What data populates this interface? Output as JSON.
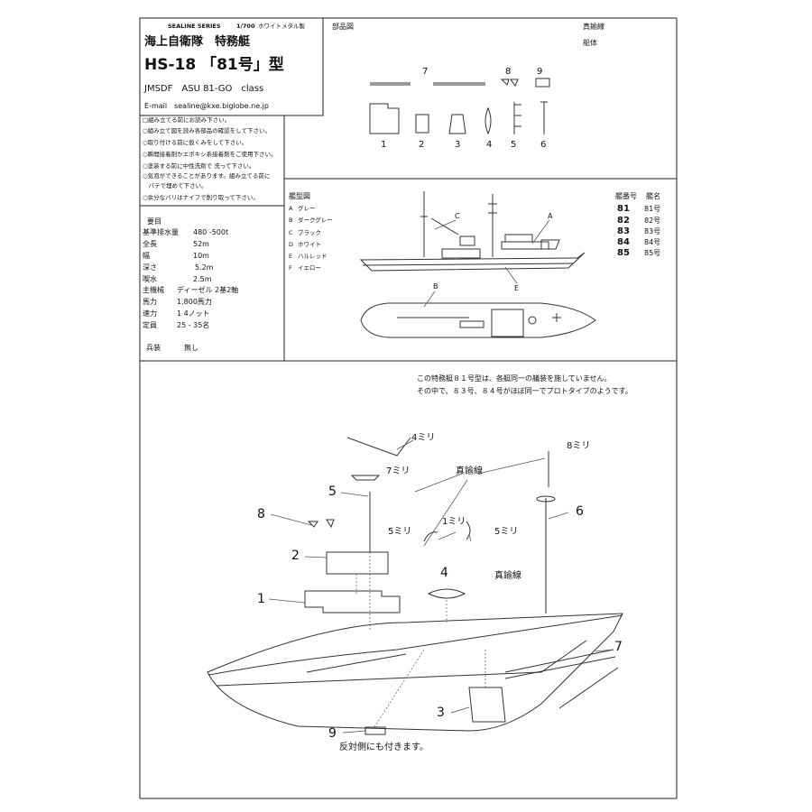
{
  "header": {
    "series": "SEALINE SERIES",
    "scale": "1/700",
    "material": "ホワイトメタル製",
    "title_jp": "海上自衛隊　特務艇",
    "model_jp": "HS-18 「81号」型",
    "model_en": "JMSDF　ASU 81-GO　class",
    "email": "E-mail　sealine@kxe.biglobe.ne.jp"
  },
  "notes": {
    "heading": "□組み立てる前にお読み下さい。",
    "items": [
      "○組み立て図を読み各部品の確認をして下さい。",
      "○取り付ける前に仮くみをして下さい。",
      "○瞬間接着剤かエポキシ系接着剤をご使用下さい。",
      "○塗装する前に中性洗剤で 洗って下さい。",
      "○気泡ができることがあります。組み立てる前に",
      "　パテで埋めて下さい。",
      "○余分なバリはナイフで削り取って下さい。"
    ]
  },
  "specs": {
    "heading": "要目",
    "rows": [
      {
        "label": "基準排水量",
        "value": "480 -500t"
      },
      {
        "label": "全長",
        "value": "52m"
      },
      {
        "label": "幅",
        "value": "10m"
      },
      {
        "label": "深さ",
        "value": "5.2m"
      },
      {
        "label": "喫水",
        "value": "2.5m"
      },
      {
        "label": "主機械",
        "value": "ディーゼル 2基2軸"
      },
      {
        "label": "馬力",
        "value": "1,800馬力"
      },
      {
        "label": "速力",
        "value": "1 4ノット"
      },
      {
        "label": "定員",
        "value": "25 - 35名"
      }
    ],
    "armament_label": "兵装",
    "armament_value": "無し"
  },
  "parts": {
    "heading": "部品図",
    "right_heading": "真鍮線",
    "right_sub": "船体",
    "numbers": [
      "1",
      "2",
      "3",
      "4",
      "5",
      "6",
      "7",
      "8",
      "9"
    ]
  },
  "paint": {
    "heading": "艦型図",
    "legend": [
      {
        "key": "A",
        "label": "グレー"
      },
      {
        "key": "B",
        "label": "ダークグレー"
      },
      {
        "key": "C",
        "label": "ブラック"
      },
      {
        "key": "D",
        "label": "ホワイト"
      },
      {
        "key": "E",
        "label": "ハルレッド"
      },
      {
        "key": "F",
        "label": "イエロー"
      }
    ],
    "callouts": [
      "A",
      "B",
      "C",
      "E"
    ]
  },
  "hulls": {
    "col1": "艦番号",
    "col2": "艦名",
    "rows": [
      {
        "no": "81",
        "name": "81号"
      },
      {
        "no": "82",
        "name": "82号"
      },
      {
        "no": "83",
        "name": "83号"
      },
      {
        "no": "84",
        "name": "84号"
      },
      {
        "no": "85",
        "name": "85号"
      }
    ]
  },
  "assembly": {
    "note_line1": "この特務艇８１号型は、各艇同一の艤装を施していません。",
    "note_line2": "その中で、８３号、８４号がほぼ同一でプロトタイプのようです。",
    "labels": {
      "mm4": "4ミリ",
      "mm7": "7ミリ",
      "brass1": "真鍮線",
      "mm8": "8ミリ",
      "mm1": "1ミリ",
      "mm5a": "5ミリ",
      "mm5b": "5ミリ",
      "brass2": "真鍮線",
      "p1": "1",
      "p2": "2",
      "p3": "3",
      "p4": "4",
      "p5": "5",
      "p6": "6",
      "p7": "7",
      "p8": "8",
      "p9": "9"
    },
    "footer": "反対側にも付きます。"
  }
}
